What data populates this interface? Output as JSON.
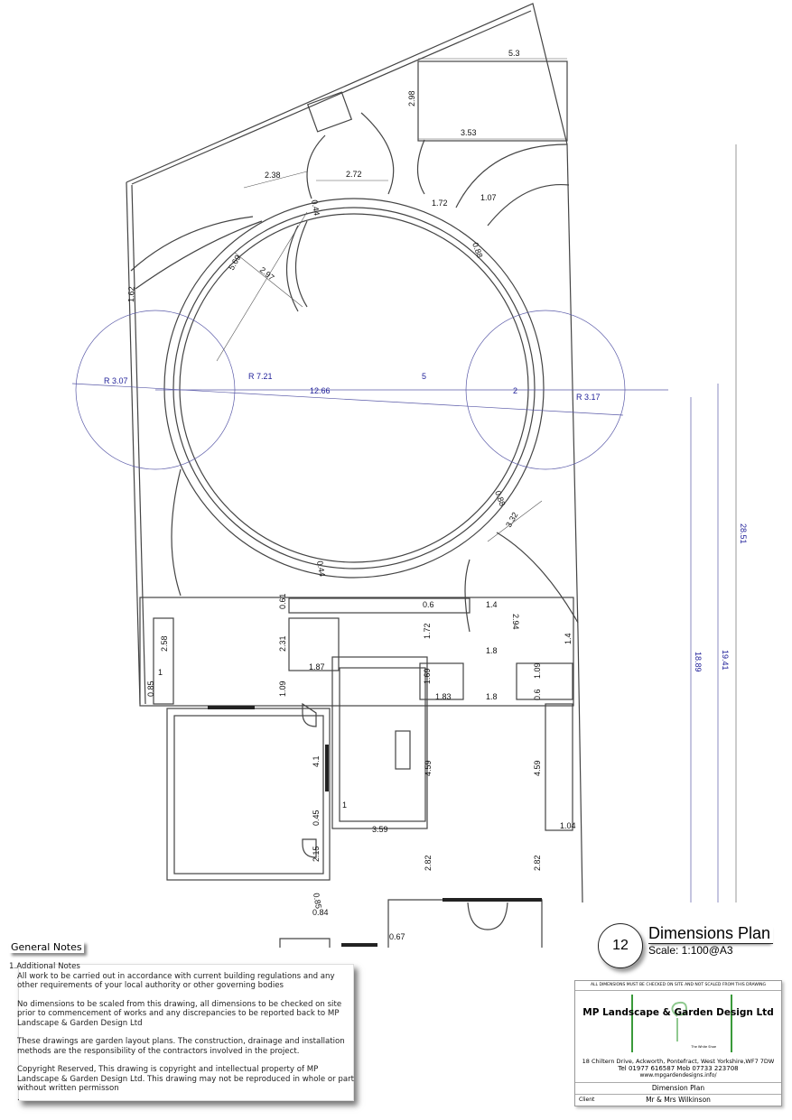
{
  "plan": {
    "dimensions": [
      "5.3",
      "2.98",
      "3.53",
      "2.38",
      "2.72",
      "0.44",
      "1.72",
      "1.07",
      "0.88",
      "5.69",
      "2.97",
      "1.62",
      "R 3.07",
      "R 7.21",
      "12.66",
      "5",
      "2",
      "R 3.17",
      "0.88",
      "3.32",
      "0.44",
      "28.51",
      "19.41",
      "18.89",
      "0.61",
      "0.6",
      "1.4",
      "2.94",
      "2.58",
      "2.31",
      "1.72",
      "1.8",
      "1.4",
      "1.87",
      "1.69",
      "1.09",
      "1",
      "0.85",
      "1.09",
      "1.83",
      "1.8",
      "0.6",
      "4.1",
      "4.59",
      "4.59",
      "1",
      "0.45",
      "3.59",
      "1.04",
      "2.15",
      "2.82",
      "2.82",
      "0.85",
      "0.84",
      "0.67"
    ],
    "colors": {
      "line": "#444444",
      "dimension_blue": "#22229a",
      "logo_green": "#3a9a3a"
    }
  },
  "notes": {
    "title": "General Notes",
    "heading": "1.Additional Notes",
    "paragraphs": [
      "All work to be carried out in accordance with current building regulations and any other requirements of your local authority or other governing bodies",
      "No dimensions to be scaled from this drawing, all dimensions to be checked on site prior to commencement of works and any discrepancies to be reported back to MP Landscape & Garden Design Ltd",
      "These drawings are garden layout plans. The construction, drainage and installation methods are the responsibility of the contractors involved in the project.",
      "Copyright Reserved, This drawing is copyright and intellectual property of MP Landscape & Garden Design Ltd. This drawing may not be reproduced in whole or part without written permisson\n."
    ]
  },
  "sheet": {
    "number": "12",
    "title": "Dimensions Plan",
    "scale": "Scale: 1:100@A3"
  },
  "title_block": {
    "warning": "ALL DIMENSIONS MUST BE CHECKED ON SITE AND NOT SCALED FROM THIS DRAWING",
    "company": "MP Landscape & Garden Design Ltd",
    "tagline": "The White Shoe",
    "address": "18 Chiltern Drive, Ackworth, Pontefract, West Yorkshire,WF7 7DW",
    "phone": "Tel 01977 616587  Mob 07733 223708",
    "website": "www.mpgardendesigns.info/",
    "drawing": "Dimension Plan",
    "client_label": "Client",
    "client": "Mr & Mrs Wilkinson"
  }
}
